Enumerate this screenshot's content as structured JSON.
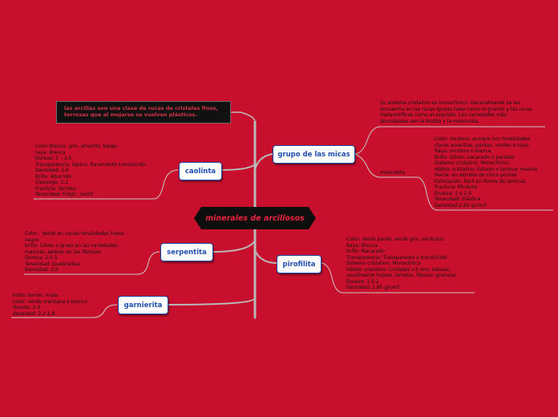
{
  "central": "minerales de arcillosos",
  "callout": "las arcillas son una clase de rocas de cristales finos, terrosas que al mojarse se vuelven plásticos.",
  "topics": {
    "grupo_micas": "grupo de las micas",
    "caolinta": "caolinta",
    "serpentita": "serpentita",
    "pirofilita": "pirofilita",
    "garnierita": "garnierita"
  },
  "notes": {
    "micas_desc": "Su sistema cristalino es monoclínico. Generalmente se las\nencuentra en las rocas ígneas tales como el granito y las rocas\nmetamórficas como el esquisto. Las variedades más\nabundantes son la biotita y la moscovita.",
    "moscobita_label": "moscobita",
    "moscobita": "Color: Incoloro, aunque con tonalidades\nclaras amarillas, pardas, verdes o rojas\nRaya: Incolora o blanca\nBrillo: Vítreo, nacarado o perlado\nSistema cristalino: Monoclínico\nHábito cristalino: Foliado o laminar masivo\nMacla: en estrella de cinco puntas\nExfoliación: Fácil en forma de láminas\nFractura: Micácea\nDureza: 2 a 2,5\nTenacidad: Elástica\nDensidad:2,83 g/cm3",
    "caolinta": "Color:Blanco, gris, amarillo, beige,\nraya: Blanca\nDureza: 2 – 2,5\nTransparencia: Opaco. Raramente translúcido.\nDensidad: 2,6\nBrillo: Aburrido\nCleavage: 1,1\nFractura: Terroso\nTenacidad: Frágil , sectil",
    "serpentita": "Color : Verde en varias tonalidades hasta\nnegro\nbrillo: Céreo a graso en las variedades\nmasivas, sedoso en las fibrosas\nDureza: 2,5-5\nTenacidad: Quebradiza\nDensidad: 2,6",
    "pirofilita": "Color: Verde pardo, verde gris, verduzco.\nRaya: Blanca\nbrillo: Nacarado\nTransparencia: Transparente a translúcido\nSistema cristalino: Monoclínico\nHábito cristalino:        Cristales >3 mm, tabular;\nusualmente hojoso, lamelar, fibroso; granular\nDureza: 1,5-2\nDensidad: 2,85 g/cm3",
    "garnierita": "brillo: terreo, mate\ncolor: verde manzana a blanco\ndureza: 2-3\ndensidad: 2,2-2,8"
  },
  "colors": {
    "background": "#c8102e",
    "branch": "#b9b9b9",
    "topic_text": "#1f4fb0",
    "central_bg": "#0e0e0e",
    "central_text": "#e8223f"
  }
}
